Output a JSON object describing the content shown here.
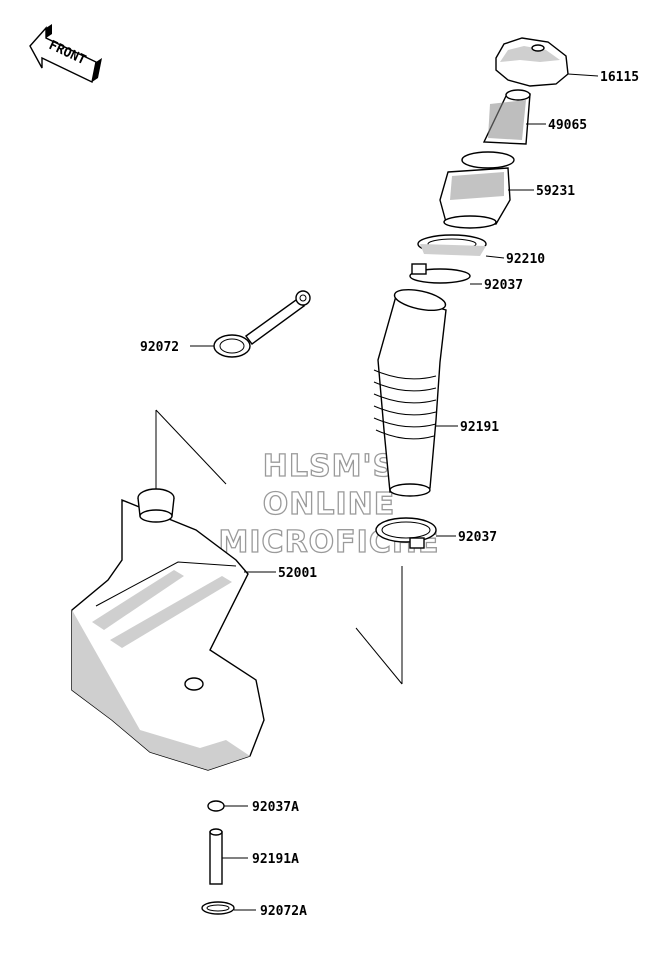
{
  "orientation": {
    "front_label": "FRONT",
    "icon": "front-arrow-icon"
  },
  "watermark": {
    "lines": [
      "HLSM'S",
      "ONLINE",
      "MICROFICHE"
    ]
  },
  "parts": [
    {
      "id": "cap",
      "number": "16115"
    },
    {
      "id": "strainer",
      "number": "49065"
    },
    {
      "id": "filler-neck",
      "number": "59231"
    },
    {
      "id": "nut",
      "number": "92210"
    },
    {
      "id": "upper-clamp",
      "number": "92037"
    },
    {
      "id": "strap",
      "number": "92072"
    },
    {
      "id": "hose",
      "number": "92191"
    },
    {
      "id": "lower-clamp",
      "number": "92037"
    },
    {
      "id": "tank",
      "number": "52001"
    },
    {
      "id": "small-clamp",
      "number": "92037A"
    },
    {
      "id": "small-tube",
      "number": "92191A"
    },
    {
      "id": "small-strap",
      "number": "92072A"
    }
  ]
}
